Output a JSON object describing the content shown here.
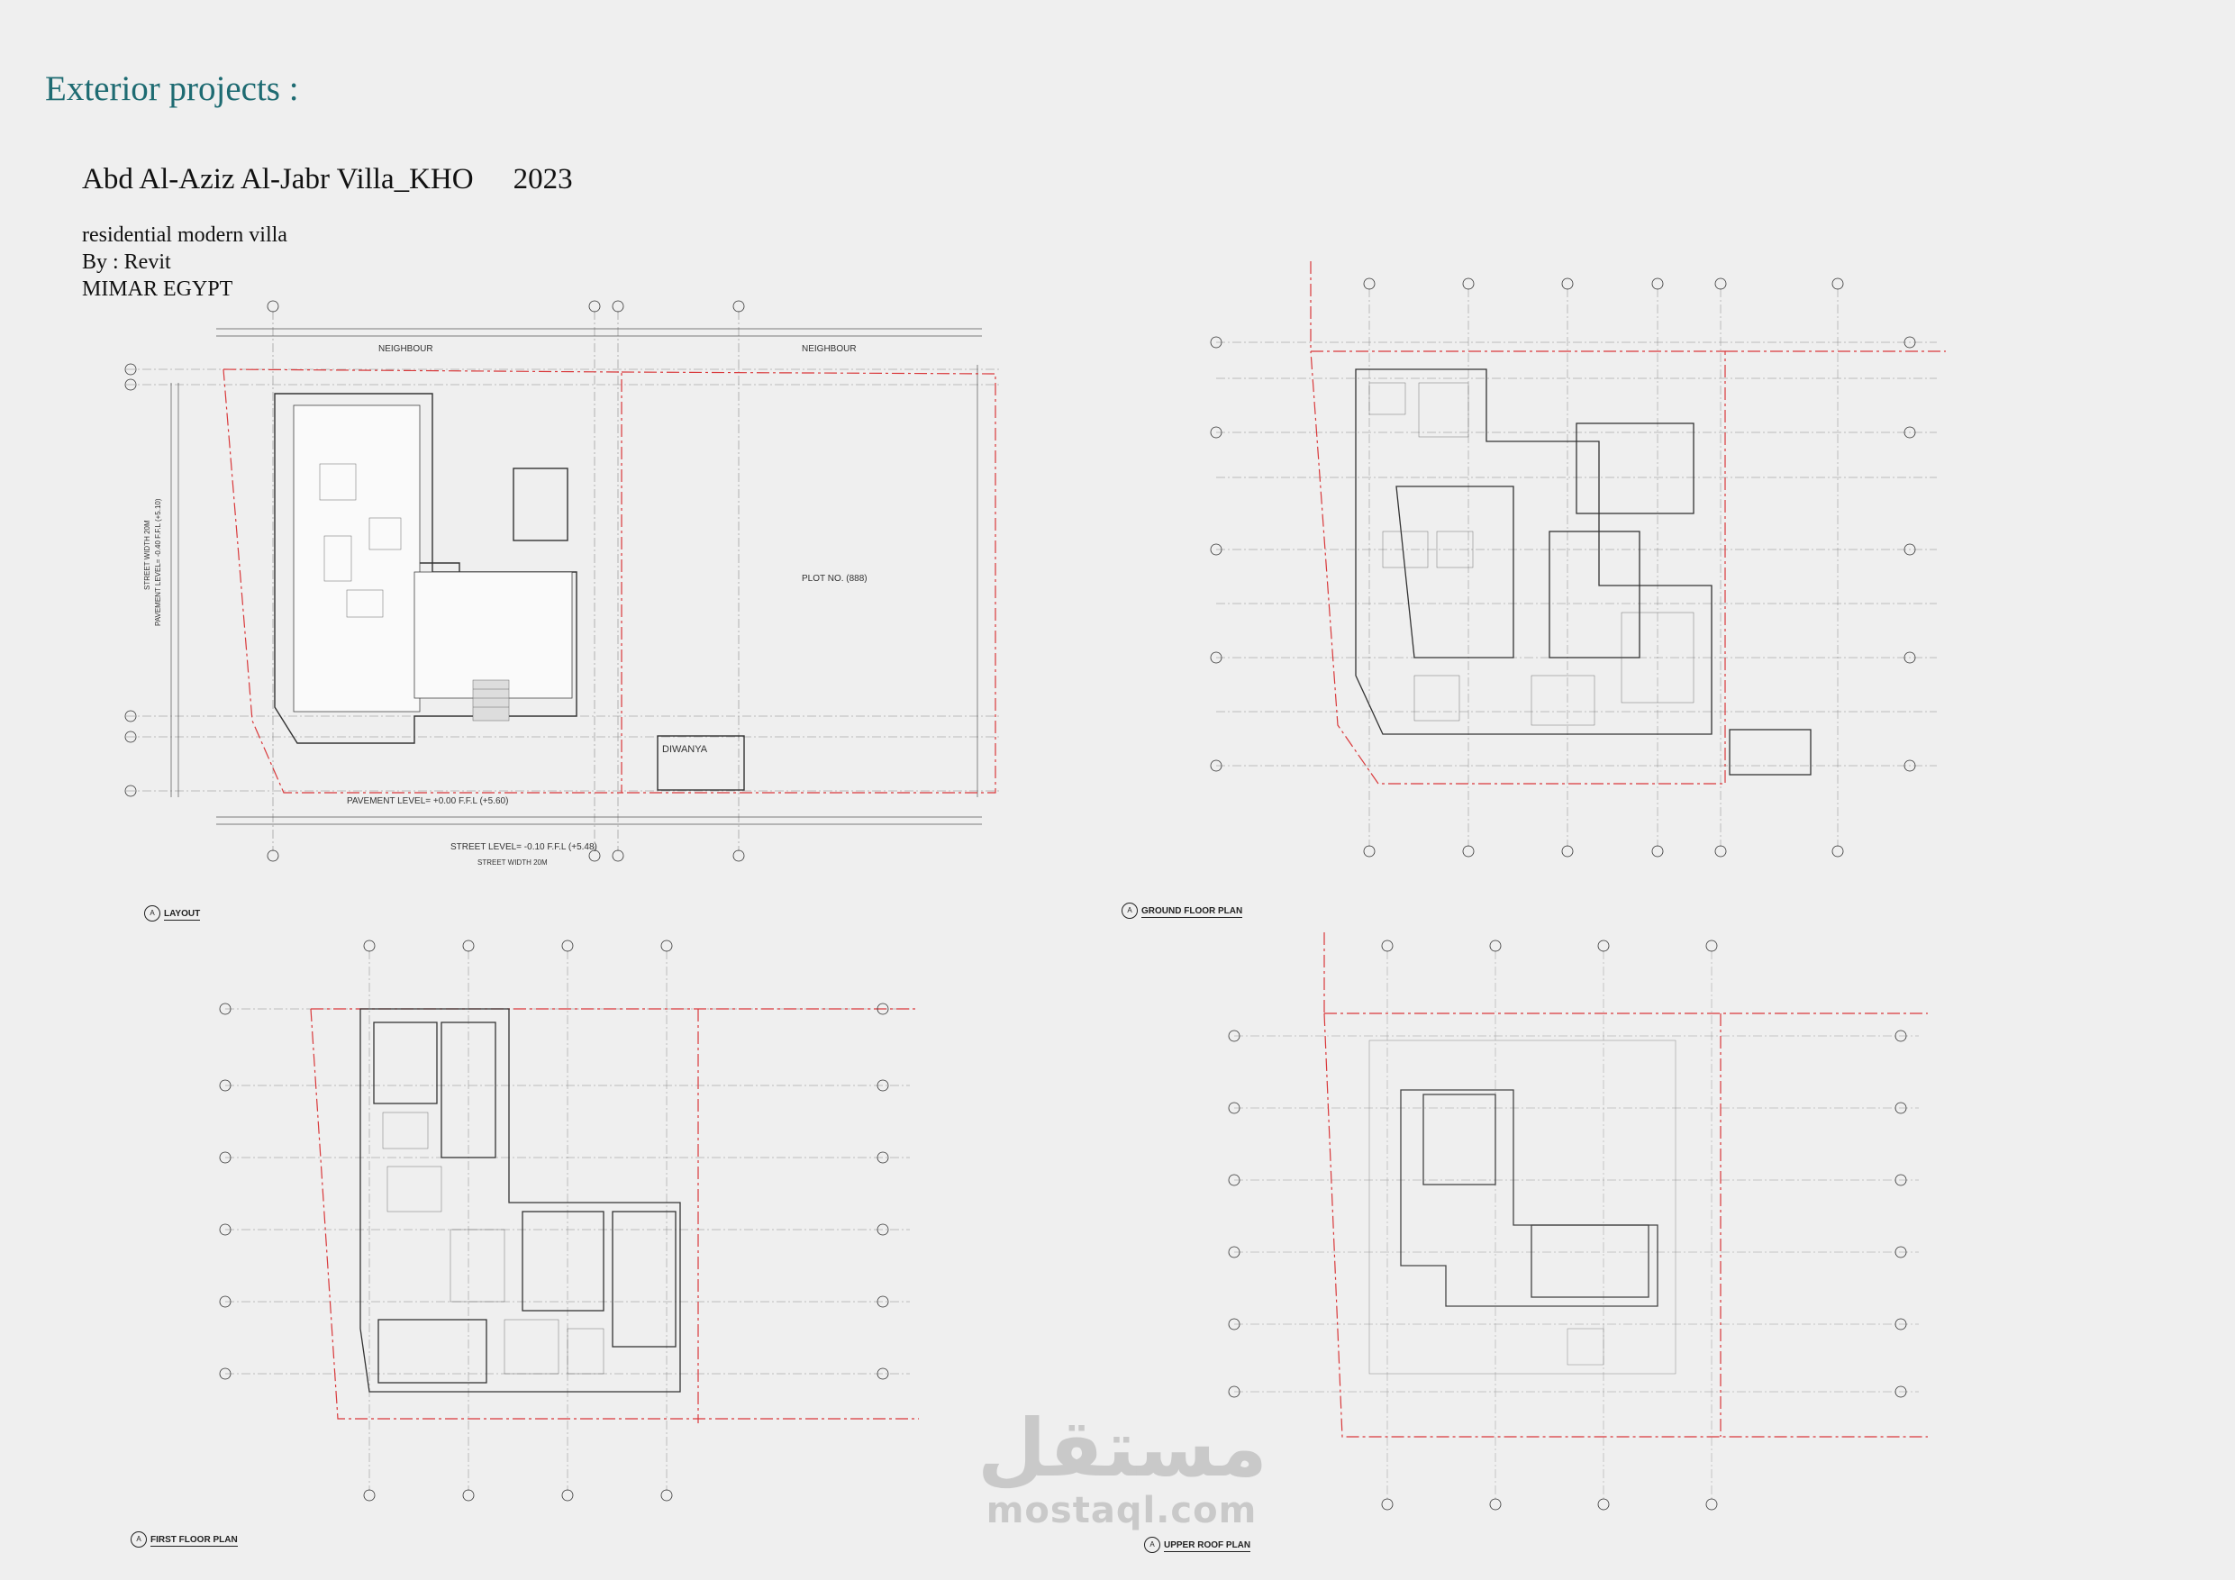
{
  "page": {
    "section_title": "Exterior projects :",
    "project_name": "Abd Al-Aziz Al-Jabr Villa_KHO",
    "project_year": "2023",
    "project_type": "residential modern villa",
    "software": "By : Revit",
    "office": "MIMAR EGYPT"
  },
  "plans": [
    {
      "title": "LAYOUT",
      "marker": "A",
      "labels": {
        "neighbour_left": "NEIGHBOUR",
        "neighbour_right": "NEIGHBOUR",
        "plot": "PLOT NO. (888)",
        "diwanya": "DIWANYA",
        "pavement": "PAVEMENT LEVEL= +0.00 F.F.L (+5.60)",
        "street_level": "STREET LEVEL= -0.10 F.F.L (+5.48)",
        "street_width": "STREET WIDTH 20M",
        "street_side": "STREET WIDTH 20M",
        "pavement_side": "PAVEMENT LEVEL= -0.40 F.F.L (+5.10)"
      }
    },
    {
      "title": "GROUND FLOOR PLAN",
      "marker": "A"
    },
    {
      "title": "FIRST FLOOR PLAN",
      "marker": "A"
    },
    {
      "title": "UPPER ROOF PLAN",
      "marker": "A"
    }
  ],
  "watermark": {
    "arabic": "مستقل",
    "latin": "mostaql.com"
  },
  "colors": {
    "title_teal": "#1e6b72",
    "plot_line_red": "#d9383a",
    "drawing": "#333333"
  }
}
